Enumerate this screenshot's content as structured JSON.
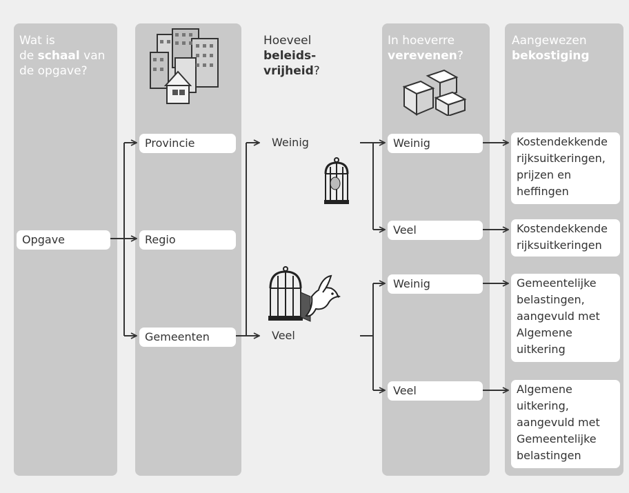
{
  "columns": {
    "schaal": {
      "line1": "Wat is",
      "line2_pre": "de ",
      "line2_bold": "schaal",
      "line2_post": " van",
      "line3": "de opgave?"
    },
    "beleid": {
      "line1": "Hoeveel",
      "line2_bold": "beleids-",
      "line3_bold": "vrijheid",
      "line3_post": "?"
    },
    "vereven": {
      "line1": "In hoeverre",
      "line2_bold": "verevenen",
      "line2_post": "?"
    },
    "bekost": {
      "line1": "Aangewezen",
      "line2_bold": "bekostiging"
    }
  },
  "nodes": {
    "opgave": "Opgave",
    "provincie": "Provincie",
    "regio": "Regio",
    "gemeenten": "Gemeenten",
    "beleid_weinig": "Weinig",
    "beleid_veel": "Veel",
    "vereven_weinig_1": "Weinig",
    "vereven_veel_1": "Veel",
    "vereven_weinig_2": "Weinig",
    "vereven_veel_2": "Veel",
    "bekost_1": [
      "Kostendekkende",
      "rijksuitkeringen,",
      "prijzen en",
      "heffingen"
    ],
    "bekost_2": [
      "Kostendekkende",
      "rijksuitkeringen"
    ],
    "bekost_3": [
      "Gemeentelijke",
      "belastingen,",
      "aangevuld met",
      "Algemene",
      "uitkering"
    ],
    "bekost_4": [
      "Algemene",
      "uitkering,",
      "aangevuld met",
      "Gemeentelijke",
      "belastingen"
    ]
  }
}
